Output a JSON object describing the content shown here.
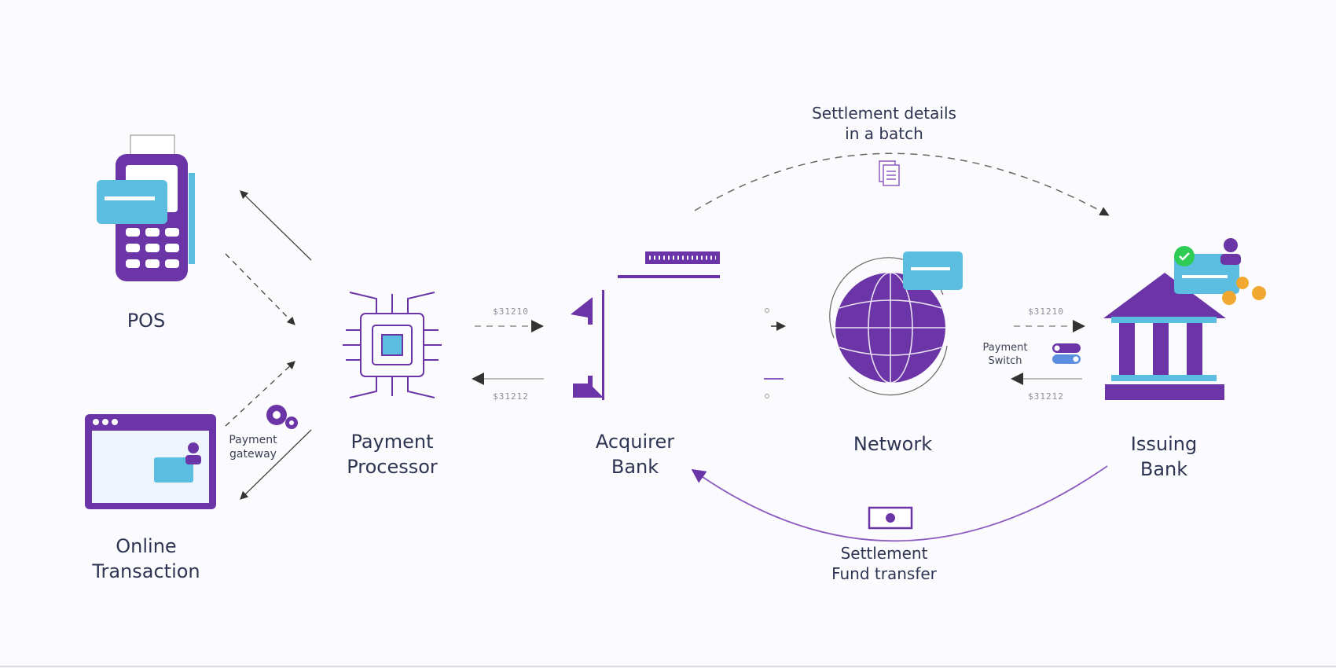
{
  "colors": {
    "purple": "#6b35a8",
    "blue": "#5bbde0",
    "text": "#2e3552",
    "green": "#2ecc55",
    "orange": "#f0a830"
  },
  "nodes": {
    "pos": {
      "label": "POS"
    },
    "online": {
      "label_line1": "Online",
      "label_line2": "Transaction"
    },
    "gateway": {
      "label_line1": "Payment",
      "label_line2": "gateway"
    },
    "processor": {
      "label_line1": "Payment",
      "label_line2": "Processor"
    },
    "acquirer": {
      "label_line1": "Acquirer",
      "label_line2": "Bank"
    },
    "network": {
      "label": "Network"
    },
    "switch": {
      "label_line1": "Payment",
      "label_line2": "Switch"
    },
    "issuer": {
      "label_line1": "Issuing",
      "label_line2": "Bank"
    }
  },
  "amounts": {
    "outgoing": "$31210",
    "incoming": "$31212"
  },
  "settlement_batch": {
    "line1": "Settlement details",
    "line2": "in a batch"
  },
  "settlement_fund": {
    "line1": "Settlement",
    "line2": "Fund transfer"
  }
}
